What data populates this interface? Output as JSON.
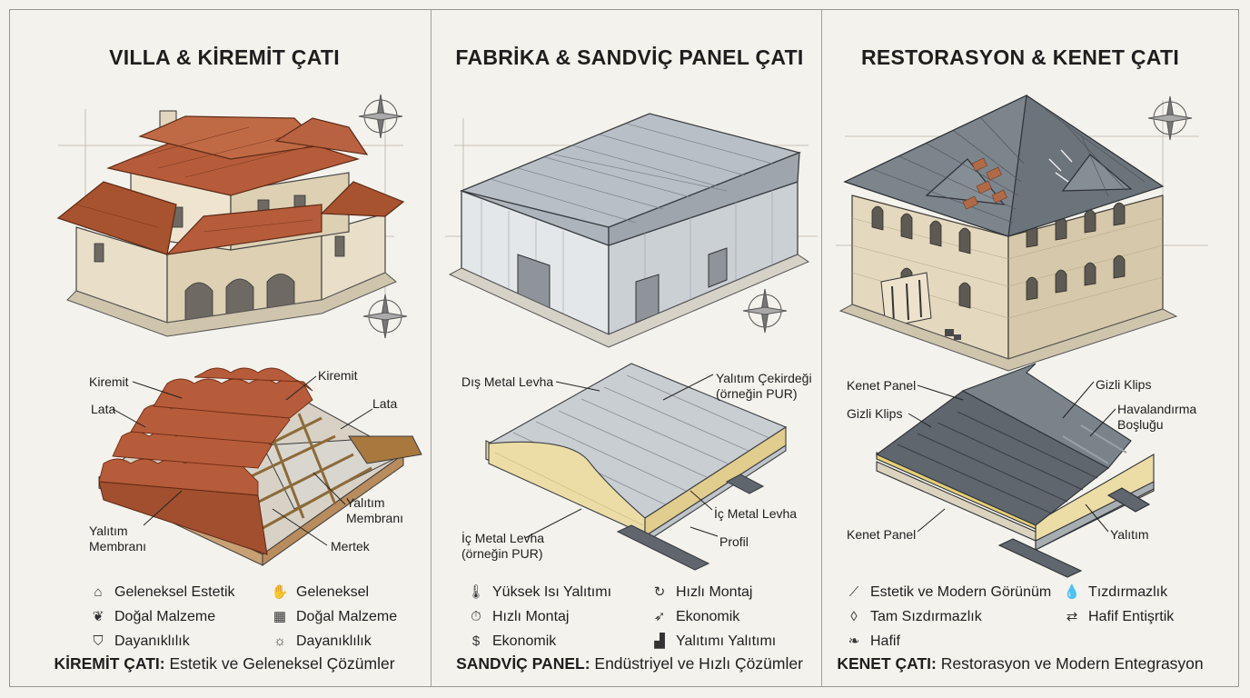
{
  "panels": [
    {
      "title": "VILLA & KİREMİT ÇATI",
      "labels": [
        "Kiremit",
        "Kiremit",
        "Lata",
        "Lata",
        "Yalıtım\nMembranı",
        "Yalıtım\nMembranı",
        "Mertek"
      ],
      "features": [
        {
          "icon": "house-icon",
          "glyph": "⌂",
          "text": "Geleneksel Estetik"
        },
        {
          "icon": "leaf-icon",
          "glyph": "❦",
          "text": "Doğal Malzeme"
        },
        {
          "icon": "shield-icon",
          "glyph": "⛉",
          "text": "Dayanıklılık"
        },
        {
          "icon": "hands-icon",
          "glyph": "✋",
          "text": "Geleneksel"
        },
        {
          "icon": "brick-icon",
          "glyph": "▦",
          "text": "Doğal Malzeme"
        },
        {
          "icon": "sun-icon",
          "glyph": "☼",
          "text": "Dayanıklılık"
        }
      ],
      "summary_bold": "KİREMİT ÇATI:",
      "summary_text": " Estetik ve Geleneksel Çözümler"
    },
    {
      "title": "FABRİKA & SANDVİÇ PANEL ÇATI",
      "labels": [
        "Dış Metal Levha",
        "Yalıtım Çekirdeği\n(örneğin PUR)",
        "İç Metal Levha",
        "İç Metal Levha\n(örneğin PUR)",
        "Profil"
      ],
      "features": [
        {
          "icon": "thermometer-icon",
          "glyph": "🌡",
          "text": "Yüksek Isı Yalıtımı"
        },
        {
          "icon": "stopwatch-icon",
          "glyph": "⏱",
          "text": "Hızlı Montaj"
        },
        {
          "icon": "money-bag-icon",
          "glyph": "$",
          "text": "Ekonomik"
        },
        {
          "icon": "refresh-icon",
          "glyph": "↻",
          "text": "Hızlı Montaj"
        },
        {
          "icon": "rocket-icon",
          "glyph": "➶",
          "text": "Ekonomik"
        },
        {
          "icon": "bar-chart-icon",
          "glyph": "▟",
          "text": "Yalıtımı Yalıtımı"
        }
      ],
      "summary_bold": "SANDVİÇ PANEL:",
      "summary_text": " Endüstriyel ve Hızlı Çözümler"
    },
    {
      "title": "RESTORASYON & KENET ÇATI",
      "labels": [
        "Kenet Panel",
        "Gizli Klips",
        "Gizli Klips",
        "Havalandırma\nBoşluğu",
        "Kenet Panel",
        "Yalıtım"
      ],
      "features": [
        {
          "icon": "compass-tool-icon",
          "glyph": "⟋",
          "text": "Estetik ve Modern Görünüm"
        },
        {
          "icon": "drop-icon",
          "glyph": "◊",
          "text": "Tam Sızdırmazlık"
        },
        {
          "icon": "feather-icon",
          "glyph": "❧",
          "text": "Hafif"
        },
        {
          "icon": "water-drop-icon",
          "glyph": "💧",
          "text": "Tızdırmazlık"
        },
        {
          "icon": "handshake-icon",
          "glyph": "⇄",
          "text": "Hafif Entişrtik"
        }
      ],
      "summary_bold": "KENET ÇATI:",
      "summary_text": " Restorasyon ve Modern Entegrasyon"
    }
  ],
  "colors": {
    "tile": "#b65c3a",
    "tile_dark": "#8a3f25",
    "wall": "#e8dcc4",
    "metal": "#c9ced3",
    "metal_dark": "#7d848b",
    "foam": "#ecdca6",
    "slate_roof": "#5f666d",
    "stone": "#dccfb4"
  }
}
